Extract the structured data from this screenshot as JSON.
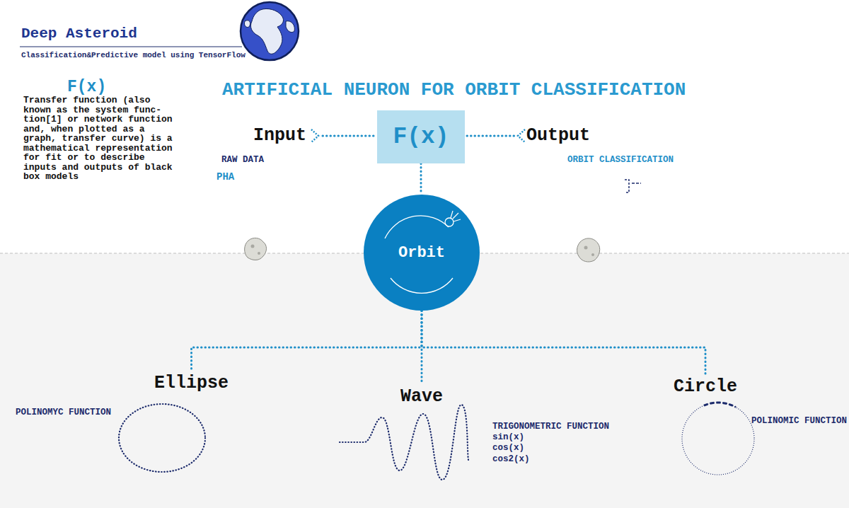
{
  "diagram": {
    "title": "Deep Asteroid",
    "nodes": [
      {
        "text": [
          "F(x)"
        ]
      },
      {
        "text": [
          "Orbit"
        ]
      },
      {
        "text": [
          "Ellipse",
          "POLINOMYC FUNCTION"
        ]
      },
      {
        "text": [
          "Wave",
          "TRIGONOMETRIC FUNCTION",
          "sin(x)",
          "cos(x)",
          "cos2(x)"
        ]
      },
      {
        "text": [
          "Circle",
          "POLINOMIC FUNCTION"
        ]
      }
    ],
    "edges": [
      {
        "from": 0,
        "to": 1,
        "arrow": "none"
      },
      {
        "from": 1,
        "to": 2,
        "arrow": "none"
      },
      {
        "from": 1,
        "to": 3,
        "arrow": "none"
      },
      {
        "from": 1,
        "to": 4,
        "arrow": "none"
      }
    ],
    "labels": [
      "Classification&Predictive model using TensorFlow",
      "F(x)",
      "Transfer function (also known as the system func- tion[1] or network function and, when plotted as a graph, transfer curve) is a mathematical representation for fit or to describe inputs and outputs of black box models",
      "ARTIFICIAL NEURON FOR ORBIT CLASSIFICATION",
      "Input",
      "RAW DATA",
      "PHA",
      "Output",
      "ORBIT CLASSIFICATION"
    ]
  }
}
